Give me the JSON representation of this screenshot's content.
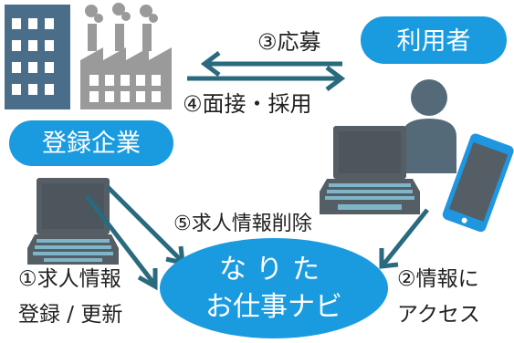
{
  "labels": {
    "apply": "③応募",
    "interview": "④面接・採用",
    "user": "利用者",
    "company": "登録企業",
    "delete": "⑤求人情報削除",
    "register_line1": "①求人情報",
    "register_line2": "登録 / 更新",
    "access_line1": "②情報に",
    "access_line2": "アクセス",
    "service_line1": "なりた",
    "service_line2": "お仕事ナビ"
  },
  "colors": {
    "accent_blue": "#1a9be0",
    "arrow_teal": "#2a6a7e",
    "laptop_dark": "#555e64",
    "laptop_screen": "#4c565c",
    "laptop_keys": "#7fb5c9",
    "building": "#4a6e8a",
    "factory": "#9a9a9a",
    "person": "#556a78",
    "phone": "#1f96e0",
    "phone_screen": "#555e64",
    "text_dark": "#222222"
  },
  "icons": [
    "office-building-icon",
    "factory-icon",
    "person-icon",
    "smartphone-icon",
    "laptop-icon"
  ]
}
